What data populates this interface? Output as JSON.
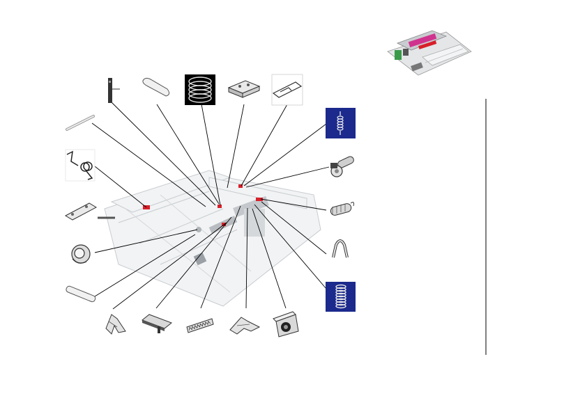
{
  "colors": {
    "highlight_box": "#1b2a8c",
    "dark_box": "#000000",
    "accent_red": "#d8202a",
    "accent_magenta": "#d0338e",
    "accent_green": "#3a9a4a"
  },
  "parts": [
    {
      "id": "slide-rod-left",
      "icon": "long-rod-icon"
    },
    {
      "id": "torsion-spring-top",
      "icon": "torsion-spring-icon"
    },
    {
      "id": "slide-plate",
      "icon": "slide-plate-icon"
    },
    {
      "id": "roller-spring",
      "icon": "roller-spring-icon"
    },
    {
      "id": "flat-belt-left",
      "icon": "flat-belt-icon"
    },
    {
      "id": "lever-plate",
      "icon": "lever-plate-icon"
    },
    {
      "id": "loop-belt-top",
      "icon": "loop-belt-icon"
    },
    {
      "id": "coil-spring-top",
      "icon": "coil-spring-icon"
    },
    {
      "id": "latch-bracket",
      "icon": "latch-bracket-icon"
    },
    {
      "id": "guide-plate",
      "icon": "guide-plate-icon"
    },
    {
      "id": "extension-spring-blue",
      "icon": "extension-spring-icon"
    },
    {
      "id": "pinch-roller",
      "icon": "pinch-roller-icon"
    },
    {
      "id": "tension-spring-right",
      "icon": "tension-spring-icon"
    },
    {
      "id": "hairpin-spring",
      "icon": "hairpin-spring-icon"
    },
    {
      "id": "compression-spring-blue",
      "icon": "compression-spring-icon"
    },
    {
      "id": "claw-hook-left",
      "icon": "claw-hook-icon"
    },
    {
      "id": "flat-bar",
      "icon": "flat-bar-icon"
    },
    {
      "id": "toothed-rack",
      "icon": "toothed-rack-icon"
    },
    {
      "id": "claw-hook-right",
      "icon": "claw-hook-icon"
    },
    {
      "id": "roller-block",
      "icon": "roller-block-icon"
    }
  ]
}
